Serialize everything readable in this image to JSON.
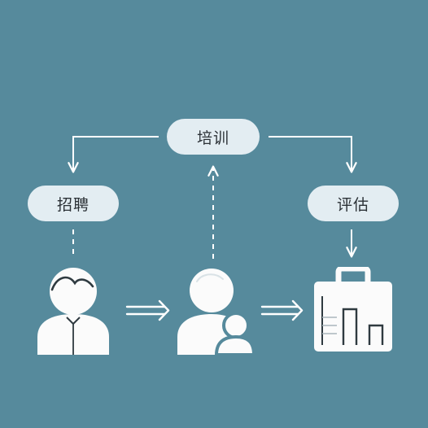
{
  "colors": {
    "background": "#568a9c",
    "pill": "#e3edf2",
    "icon": "#fbfbfb",
    "line": "#ffffff"
  },
  "nodes": {
    "recruit": {
      "label": "招聘",
      "icon": "person-tie-icon"
    },
    "train": {
      "label": "培训",
      "icon": "person-mentor-icon"
    },
    "evaluate": {
      "label": "评估",
      "icon": "briefcase-chart-icon"
    }
  }
}
